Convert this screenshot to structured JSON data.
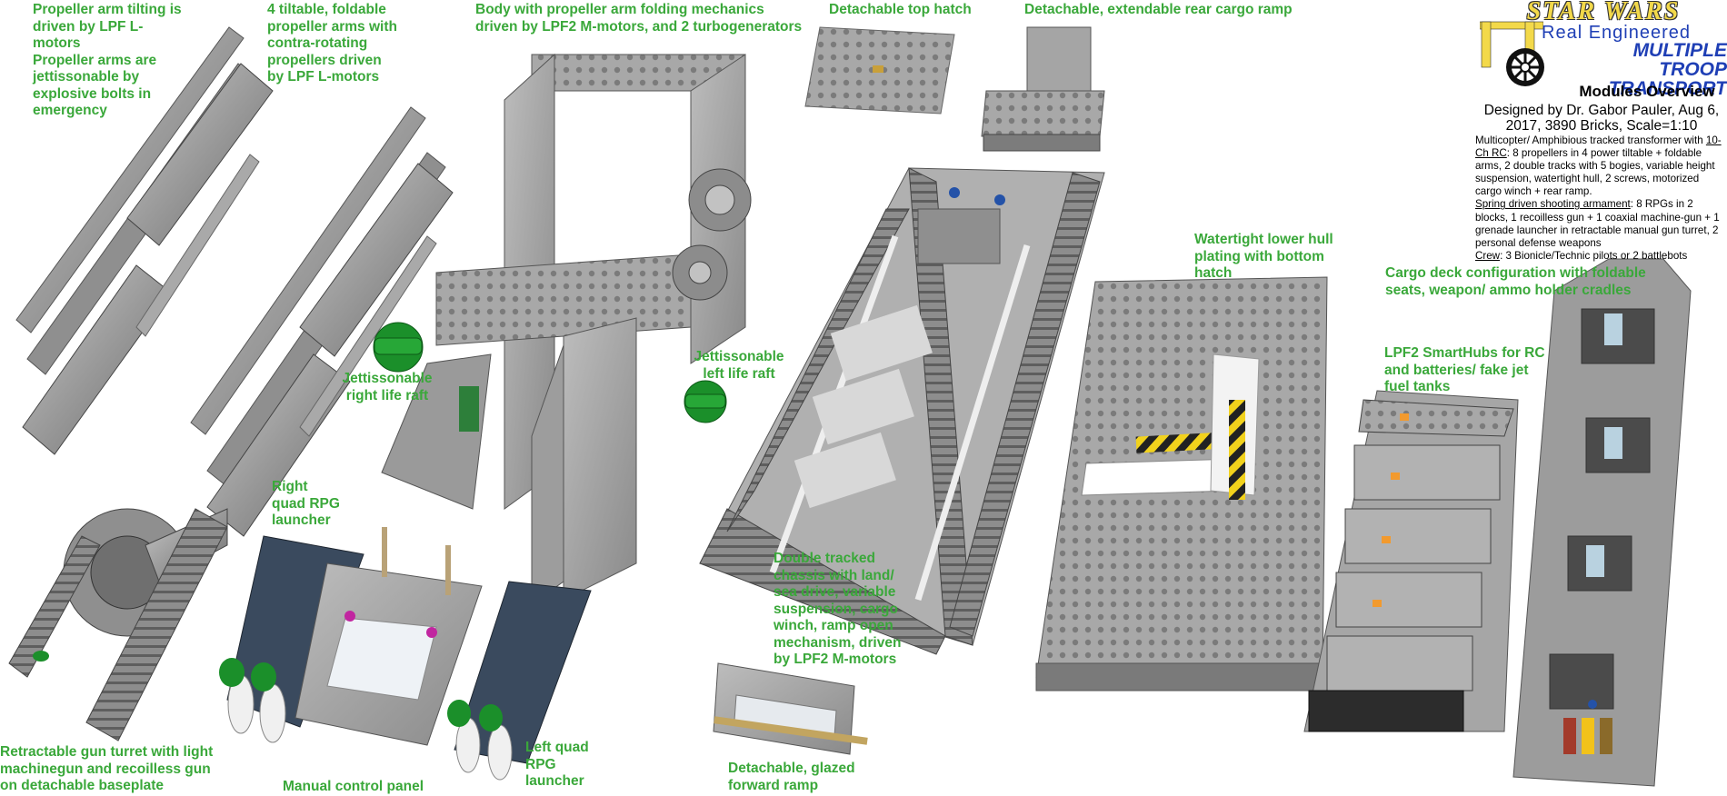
{
  "title_block": {
    "logo_text": "STAR WARS",
    "subtitle": "Real    Engineered",
    "model_name": "MULTIPLE TROOP TRANSPORT",
    "section": "Modules Overview",
    "designer_line": "Designed by Dr. Gabor Pauler, Aug 6, 2017, 3890 Bricks, Scale=1:10",
    "desc_1_prefix": "Multicopter/ Amphibious tracked transformer with ",
    "desc_1_ul": "10-Ch RC",
    "desc_1_rest": ": 8 propellers in 4 power tiltable + foldable arms, 2 double tracks with 5 bogies, variable height suspension, watertight hull, 2 screws, motorized cargo winch + rear ramp.",
    "desc_2_ul": "Spring driven shooting armament",
    "desc_2_rest": ": 8 RPGs in 2 blocks, 1 recoilless gun + 1 coaxial machine-gun + 1 grenade launcher in retractable manual gun turret, 2 personal defense weapons",
    "desc_3_ul": "Crew",
    "desc_3_rest": ": 3 Bionicle/Technic pilots or 2 battlebots",
    "colors": {
      "label_green": "#3aa83a",
      "logo_yellow": "#f3d94a",
      "title_blue": "#1f3fb5"
    }
  },
  "labels": {
    "prop_tilt": "Propeller arm tilting is\ndriven by LPF L-\nmotors\nPropeller arms are\njettissonable by\nexplosive bolts in\nemergency",
    "prop_arms": "4 tiltable, foldable\npropeller arms with\ncontra-rotating\npropellers driven\nby LPF L-motors",
    "body": "Body with propeller arm folding mechanics\ndriven by LPF2 M-motors, and 2 turbogenerators",
    "top_hatch": "Detachable top hatch",
    "rear_ramp": "Detachable, extendable rear cargo ramp",
    "right_raft": "Jettissonable\nright life raft",
    "left_raft": "Jettissonable\nleft life raft",
    "hull": "Watertight lower hull\nplating with bottom\nhatch",
    "cargo_deck": "Cargo deck configuration with foldable\nseats, weapon/ ammo holder cradles",
    "smarthubs": "LPF2 SmartHubs for RC\nand batteries/ fake jet\nfuel tanks",
    "right_rpg": "Right\nquad RPG\nlauncher",
    "chassis": "Double tracked\nchassis with land/\nsea drive, variable\nsuspension, cargo\nwinch, ramp open\nmechanism, driven\nby LPF2 M-motors",
    "gun_turret": "Retractable gun turret with light\nmachinegun and recoilless gun\non detachable baseplate",
    "control_panel": "Manual control panel",
    "left_rpg": "Left quad\nRPG\nlauncher",
    "forward_ramp": "Detachable, glazed\nforward ramp"
  }
}
